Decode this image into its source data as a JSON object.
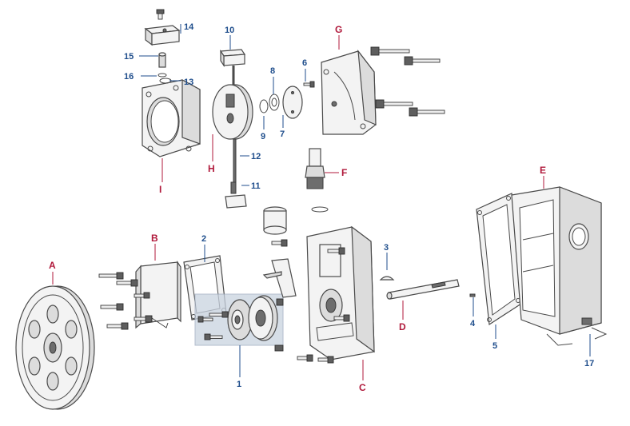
{
  "colors": {
    "numeric_callout": "#1f4e8c",
    "letter_callout": "#b0193b",
    "highlight_box": "#c9d3e0",
    "line": "#4a4a4a",
    "background": "#ffffff"
  },
  "callouts": {
    "A": "A",
    "B": "B",
    "C": "C",
    "D": "D",
    "E": "E",
    "F": "F",
    "G": "G",
    "H": "H",
    "I": "I",
    "n1": "1",
    "n2": "2",
    "n3": "3",
    "n4": "4",
    "n5": "5",
    "n6": "6",
    "n7": "7",
    "n8": "8",
    "n9": "9",
    "n10": "10",
    "n11": "11",
    "n12": "12",
    "n13": "13",
    "n14": "14",
    "n15": "15",
    "n16": "16",
    "n17": "17"
  }
}
